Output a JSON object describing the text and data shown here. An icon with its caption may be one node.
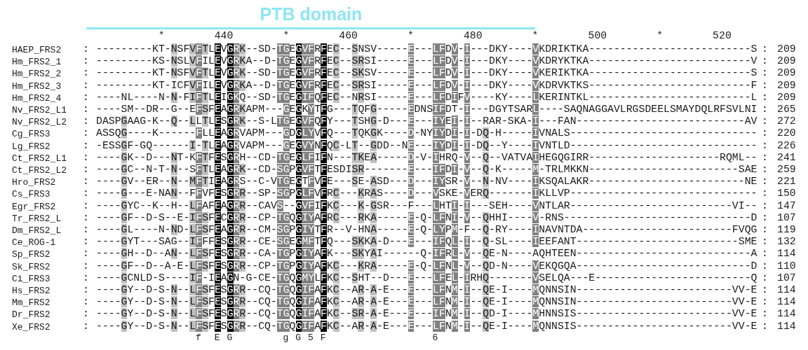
{
  "diagram": {
    "labels": [
      "PTB domain",
      "*",
      "440",
      "*",
      "460",
      "*",
      "480",
      "*",
      "500",
      "*",
      "520",
      "HAEP_FRS2",
      ":",
      "---------KT-NSFVFTLEVGRK--SD-TGEGVFRFEC--SNSV-----E---LFDV-I---DKY----VKDRIKTKA--------------------------S",
      ":",
      "209",
      "Hm_FRS2_1",
      ":",
      "---------KS-NSLVFILEVGRKA--D-TGEGVFRFEC--SRSI-----E---LFDV-I---DKY----VKDRYKTKA--------------------------V",
      ":",
      "209",
      "Hm_FRS2_2",
      ":",
      "---------KT-NSFVFTLEVGRK--SD-TGEGVFRFEC--SKSV-----E---LFDV-I---DKY----VKERIKTKA--------------------------S",
      ":",
      "209",
      "Hm_FRS2_3",
      ":",
      "---------KT-ICFVFILEVGRKA--D-TGEGVFRFEC--SRSI-----E---LFDV-I---DKY----VKDRVKTKS--------------------------F",
      ":",
      "209",
      "Hm_FRS2_4",
      ":",
      "----NL----N-N-FIFTLEIGKQ--SD-TGEGIFQFEC--NRSI-----E---LFDIFV----KY----LKERINTKL--------------------------L",
      ":",
      "209",
      "Nv_FRS2_L1",
      ":",
      "----SM--DR--G--EFSFEAGRKAPM---GEGKYTFG---TQFG-----EDNSIFDT-I---DGYTSARL----SAQNAGGAVLRGSDEELSMAYDQLRFSVLNI",
      ":",
      "265",
      "Nv_FRS2_L2",
      ":",
      "DASPGAAG-K--Q--LLTLESGRK--S-LTGEGVFQFY---TSHG-D---E---IYEI-I--RAR-SKA-I---FAN---------------------------AV",
      ":",
      "272",
      "Cg_FRS3",
      ":",
      "ASSQG----K------FLLEAGRVAPM---GDGLYVFQ---TQKGK----D-NYIYDI-I-DQ-H-----IVNALS------------------------------",
      ":",
      "220",
      "Lg_FRS2",
      ":",
      "-ESSGF-GQ------I-TLEAGRVAPM---GEGVYNFQC-LT--GDD--NE---IYDI-I-DQ--Y----IVNTLD------------------------------",
      ":",
      "226",
      "Ct_FRS2_L1",
      ":",
      "----GK--D---NT-KFTFESGRH--CD-TGEGLFIFN---TKEA-----D-V-IHRQ-V--Q--VATVAIHEGQGIRR---------------------RQML--",
      ":",
      "241",
      "Ct_FRS2_L2",
      ":",
      "----GC--N-T-N--SFTLEAGRK--CD-SGPGVFTFESDISR-------E---IFDI-V--Q-K-----M-TRLMKKN------------------------SAE",
      ":",
      "259",
      "Hro_FRS2",
      ":",
      "----GV--ER--N--MFTIEAGRS--C-VTGEGTFVFE---SE-ASD---D---IYSR-V--N-NV----IKSQALAKR-------------------------NE",
      ":",
      "221",
      "Cs_FRS3",
      ":",
      "----G---E-NAN--FFVFESGRR--SP-SGPGLFVFRC---KRAS----D---VSKE-VERQ-------IKLLVP------------------------------",
      ":",
      "150",
      "Egr_FRS2",
      ":",
      "----GYC--K--H--LFAFEAGRR--CAVS--GVFIFKC---K-GSR---F---LHTI-I---SEH----VNTLAR--------------------------VI--",
      ":",
      "147",
      "Tr_FRS2_L",
      ":",
      "----GF--D-S--E-IFSFECGRR--CP-TGQGIYAFRC---RKA-----E-Q-LFNI-V--QHHI----V-RNS------------------------------D",
      ":",
      "107",
      "Dm_FRS2_L",
      ":",
      "----GL----N-ND-LFSFEAGRR--CM-SGPGIYTFR--V-HNA-----E-Q-LYPM-F--Q-RY----INAVNTDA------------------------FVQG",
      ":",
      "119",
      "Ce_ROG-1",
      ":",
      "----GYT---SAG--IFFFESGRR--CE-SGEGMFTFQ---SKKA-D---E---IFQL-I--Q-SL----IEEFANT--------------------------SME",
      ":",
      "132",
      "Sp_FRS2",
      ":",
      "----GH--D--AN--LFSFESGRR--CA-TGPGIYAFK---SKYAI------Q-IFRL-V--QE-N----AQHTEEN----------------------------A",
      ":",
      "114",
      "Sk_FRS2",
      ":",
      "----GF--D--A-E-LFSFESGRR--CP-TGPGIYAFKC---KRA-----E-Q-LFNL-V--QD-N----VEKQGQA----------------------------D",
      ":",
      "110",
      "Ci_FRS3",
      ":",
      "----GCNLD-S----IF-IEAGN-G-CE-TGQGMYLFKC--SHT--D---E---LFEL-IRHQ-------VSELQA---E-------------------------Q",
      ":",
      "107",
      "Hs_FRS2",
      ":",
      "----GY--D-S-N--LFSFESGRR--CQ-TGQGIFAFKC--AR-A-E---E---LFNM-I--QE-I----MQNNSIN-------------------------VV-E",
      ":",
      "114",
      "Mm_FRS2",
      ":",
      "----GY--D-S-N--LFSFESGRR--CQ-TGQGIFAFKC--AR-A-E---E---LFNM-I--QE-I----MQNNSIN-------------------------VV-E",
      ":",
      "114",
      "Dr_FRS2",
      ":",
      "----GY--D-S-N--LFSFESGRR--CQ-TGQGIFAFKC--SR-A-E---E---IFNM-I--QD-I----MHNNSIS-------------------------VV-E",
      ":",
      "114",
      "Xe_FRS2",
      ":",
      "----GY--D-S-N--LFSFESGRR--CQ-TGQGIFAFKC--AR-A-E---E---LFNM-I--QE-I----MQNNSIS-------------------------VV-E",
      ":",
      "114",
      "f",
      "E",
      "G",
      "g",
      "G",
      "5",
      "F",
      "6"
    ]
  }
}
